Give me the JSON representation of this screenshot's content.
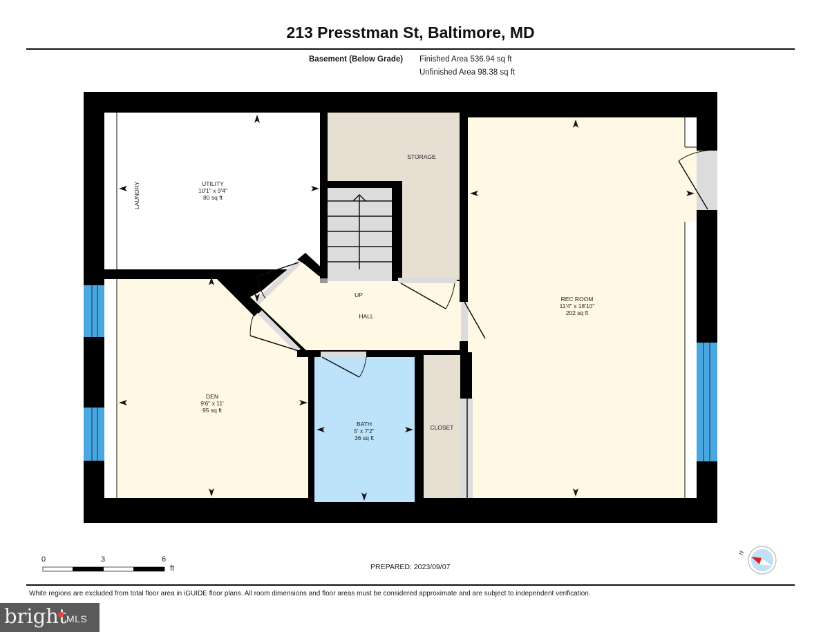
{
  "header": {
    "title": "213 Presstman St, Baltimore, MD",
    "level": "Basement (Below Grade)",
    "finished_area": "Finished Area 536.94 sq ft",
    "unfinished_area": "Unfinished Area 98.38 sq ft"
  },
  "rooms": {
    "utility": {
      "name": "UTILITY",
      "dims": "10'1\" x 9'4\"",
      "area": "80 sq ft"
    },
    "laundry": {
      "name": "LAUNDRY"
    },
    "storage": {
      "name": "STORAGE"
    },
    "rec_room": {
      "name": "REC ROOM",
      "dims": "11'4\" x 18'10\"",
      "area": "202 sq ft"
    },
    "hall": {
      "name": "HALL",
      "stairs_label": "UP"
    },
    "den": {
      "name": "DEN",
      "dims": "9'6\" x 11'",
      "area": "95 sq ft"
    },
    "bath": {
      "name": "BATH",
      "dims": "5' x 7'2\"",
      "area": "36 sq ft"
    },
    "closet": {
      "name": "CLOSET"
    }
  },
  "colors": {
    "wall": "#000000",
    "finished": "#fff8e4",
    "unfinished": "#e8dfd3",
    "bath": "#bde3fb",
    "window": "#4aa8e0",
    "door_gray": "#dcdcdc",
    "excluded": "#ffffff"
  },
  "scale": {
    "ticks": [
      "0",
      "3",
      "6"
    ],
    "unit": "ft"
  },
  "footer": {
    "prepared": "PREPARED: 2023/09/07",
    "disclaimer": "White regions are excluded from total floor area in iGUIDE floor plans. All room dimensions and floor areas must be considered approximate and are subject to independent verification.",
    "compass_label": "N"
  },
  "logo": {
    "brand": "bright",
    "suffix": "MLS"
  }
}
